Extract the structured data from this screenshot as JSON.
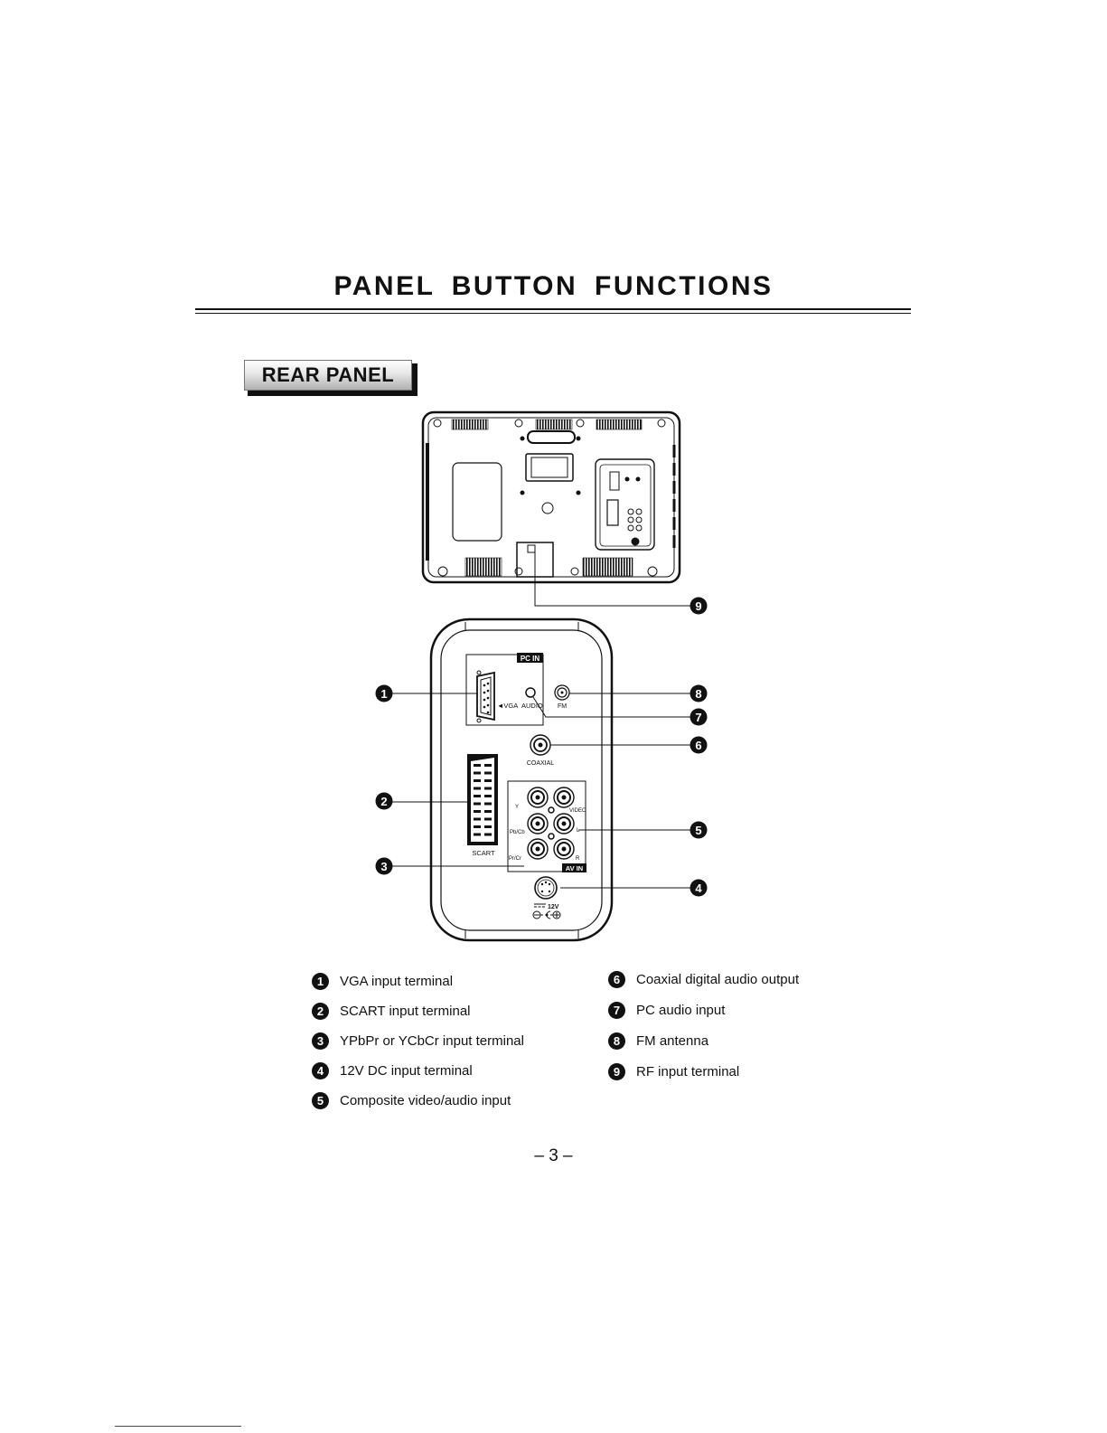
{
  "page": {
    "title": "PANEL BUTTON FUNCTIONS",
    "section_label": "REAR PANEL",
    "page_number": "– 3 –"
  },
  "diagram": {
    "port_labels": {
      "pc_in": "PC IN",
      "vga": "◄VGA",
      "audio": "AUDIO",
      "fm": "FM",
      "coaxial": "COAXIAL",
      "scart": "SCART",
      "y": "Y",
      "pb_cb": "Pb/Cb",
      "pr_cr": "Pr/Cr",
      "video": "VIDEO",
      "l": "L",
      "r": "R",
      "av_in": "AV IN",
      "dc_12v": "12V"
    },
    "callouts": [
      "1",
      "2",
      "3",
      "4",
      "5",
      "6",
      "7",
      "8",
      "9"
    ]
  },
  "legend": {
    "left": [
      {
        "num": "1",
        "text": "VGA input terminal"
      },
      {
        "num": "2",
        "text": "SCART input terminal"
      },
      {
        "num": "3",
        "text": "YPbPr or YCbCr input terminal"
      },
      {
        "num": "4",
        "text": "12V DC input terminal"
      },
      {
        "num": "5",
        "text": "Composite video/audio input"
      }
    ],
    "right": [
      {
        "num": "6",
        "text": "Coaxial digital audio output"
      },
      {
        "num": "7",
        "text": "PC audio input"
      },
      {
        "num": "8",
        "text": "FM antenna"
      },
      {
        "num": "9",
        "text": "RF input terminal"
      }
    ]
  },
  "colors": {
    "ink": "#111111",
    "footer_link": "#2a3fd6"
  }
}
